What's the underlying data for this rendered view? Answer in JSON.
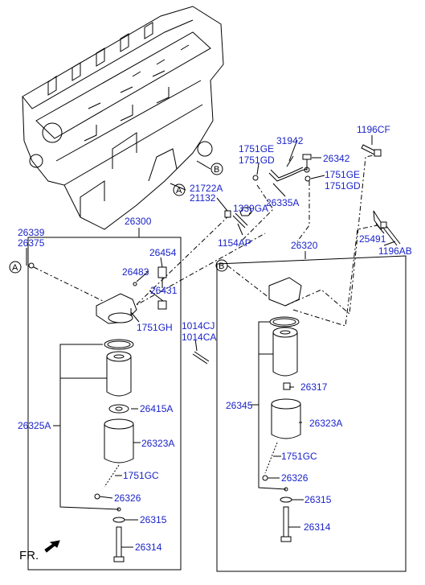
{
  "labels": {
    "p31942": "31942",
    "p1196CF": "1196CF",
    "p1751GE_a": "1751GE",
    "p1751GD_a": "1751GD",
    "p26342": "26342",
    "p1751GE_b": "1751GE",
    "p1751GD_b": "1751GD",
    "p21722A": "21722A",
    "p21132": "21132",
    "p26335A": "26335A",
    "p1339GA": "1339GA",
    "p26300": "26300",
    "p26339": "26339",
    "p26375": "26375",
    "p1154AP": "1154AP",
    "p25491": "25491",
    "p1196AB": "1196AB",
    "p26320": "26320",
    "p26454": "26454",
    "p26483": "26483",
    "p26431": "26431",
    "p1751GH": "1751GH",
    "p1014CJ": "1014CJ",
    "p1014CA": "1014CA",
    "p26317": "26317",
    "p26345": "26345",
    "p26323A_r": "26323A",
    "p1751GC_r": "1751GC",
    "p26326_r": "26326",
    "p26315_r": "26315",
    "p26314_r": "26314",
    "p26325A": "26325A",
    "p26415A": "26415A",
    "p26323A_l": "26323A",
    "p1751GC_l": "1751GC",
    "p26326_l": "26326",
    "p26315_l": "26315",
    "p26314_l": "26314"
  },
  "callouts": {
    "a": "A",
    "b": "B"
  },
  "fr": "FR."
}
